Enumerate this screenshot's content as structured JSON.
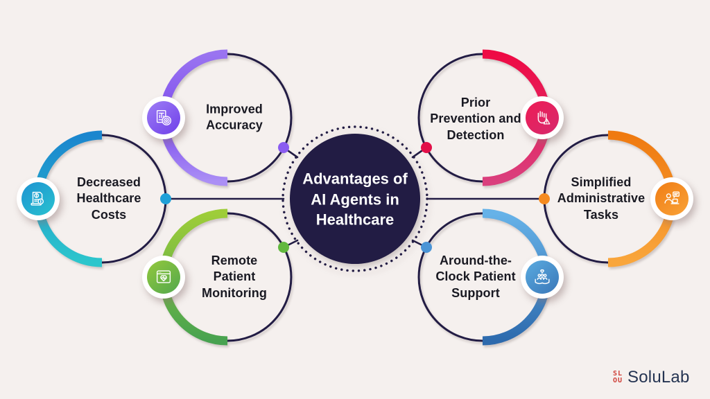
{
  "title": {
    "text": "Advantages of AI Agents in Healthcare",
    "lines": [
      "Advantages of",
      "AI Agents in",
      "Healthcare"
    ]
  },
  "nodes": [
    {
      "id": "improved-accuracy",
      "label": "Improved Accuracy",
      "lines": [
        "Improved",
        "Accuracy"
      ],
      "color": "#8a5cf0",
      "icon": "bar-chart-document-icon",
      "position": "top-left"
    },
    {
      "id": "prior-prevention-and-detection",
      "label": "Prior Prevention and Detection",
      "lines": [
        "Prior",
        "Prevention and",
        "Detection"
      ],
      "color": "#e4134e",
      "icon": "stop-hand-warning-icon",
      "position": "top-right"
    },
    {
      "id": "decreased-healthcare-costs",
      "label": "Decreased Healthcare Costs",
      "lines": [
        "Decreased",
        "Healthcare",
        "Costs"
      ],
      "color": "#1fa0d8",
      "icon": "medical-bill-dollar-icon",
      "position": "middle-left"
    },
    {
      "id": "simplified-administrative-tasks",
      "label": "Simplified Administrative Tasks",
      "lines": [
        "Simplified",
        "Administrative",
        "Tasks"
      ],
      "color": "#f58a1f",
      "icon": "admin-desk-chat-icon",
      "position": "middle-right"
    },
    {
      "id": "remote-patient-monitoring",
      "label": "Remote Patient Monitoring",
      "lines": [
        "Remote",
        "Patient",
        "Monitoring"
      ],
      "color": "#6ab83f",
      "icon": "patient-monitor-heart-icon",
      "position": "bottom-left"
    },
    {
      "id": "around-the-clock-patient-support",
      "label": "Around-the-Clock Patient Support",
      "lines": [
        "Around-the-",
        "Clock Patient",
        "Support"
      ],
      "color": "#4a94d6",
      "icon": "caring-hands-people-icon",
      "position": "bottom-right"
    }
  ],
  "palette": {
    "background": "#f5f0ee",
    "navy": "#221c44",
    "purple": "#8a5cf0",
    "crimson": "#e4134e",
    "cyan": "#1fa0d8",
    "orange": "#f58a1f",
    "green": "#6ab83f",
    "blue": "#4a94d6",
    "logo_red": "#cf4039",
    "logo_text_color": "#253452"
  },
  "logo": {
    "text": "SoluLab",
    "mark_line1": "SL",
    "mark_line2": "OU"
  }
}
